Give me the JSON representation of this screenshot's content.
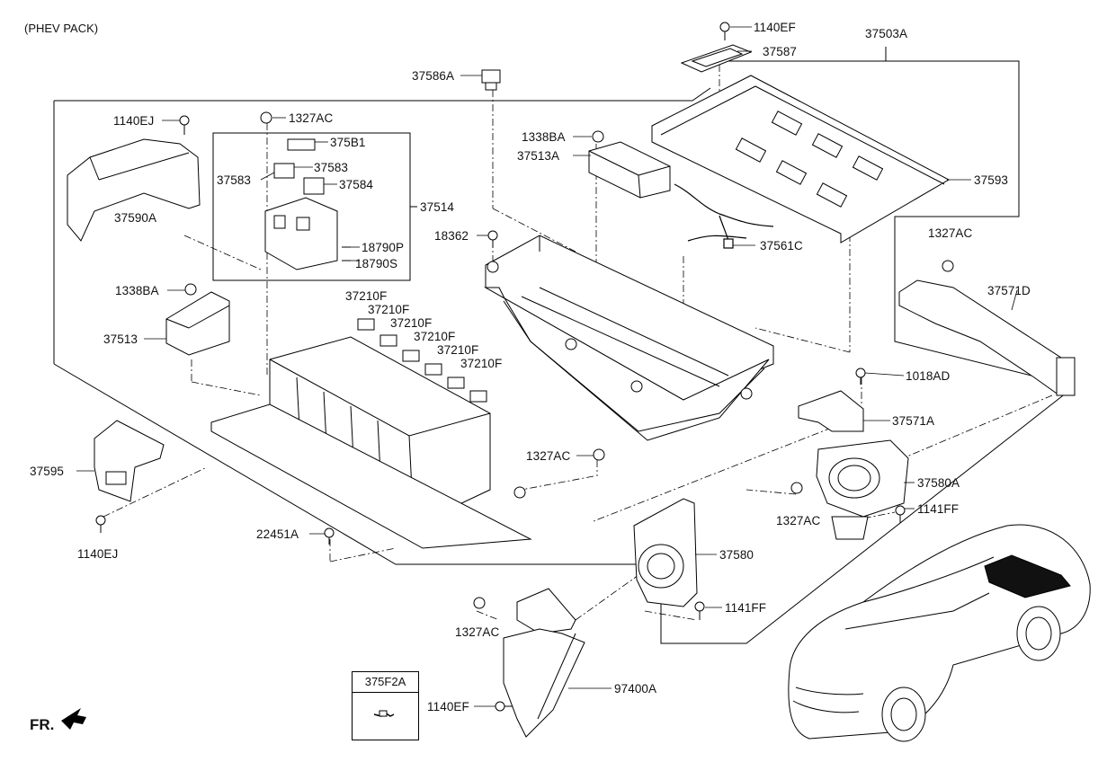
{
  "header": "(PHEV PACK)",
  "direction_label": "FR.",
  "inset_label": "375F2A",
  "labels": {
    "p_1140EF_top": "1140EF",
    "p_37503A": "37503A",
    "p_37587": "37587",
    "p_37586A": "37586A",
    "p_1140EJ_top": "1140EJ",
    "p_1327AC_top": "1327AC",
    "p_375B1": "375B1",
    "p_37583_a": "37583",
    "p_37583_b": "37583",
    "p_37584": "37584",
    "p_37514": "37514",
    "p_18790P": "18790P",
    "p_18790S": "18790S",
    "p_37590A": "37590A",
    "p_1338BA_mid": "1338BA",
    "p_37513A": "37513A",
    "p_37593": "37593",
    "p_18362": "18362",
    "p_37561C": "37561C",
    "p_1327AC_right": "1327AC",
    "p_37571D": "37571D",
    "p_1338BA_left": "1338BA",
    "p_37513": "37513",
    "p_37210F_1": "37210F",
    "p_37210F_2": "37210F",
    "p_37210F_3": "37210F",
    "p_37210F_4": "37210F",
    "p_37210F_5": "37210F",
    "p_37210F_6": "37210F",
    "p_1018AD": "1018AD",
    "p_37571A": "37571A",
    "p_37595": "37595",
    "p_1327AC_center": "1327AC",
    "p_37580A": "37580A",
    "p_1327AC_r2": "1327AC",
    "p_1141FF_r": "1141FF",
    "p_1140EJ_bot": "1140EJ",
    "p_22451A": "22451A",
    "p_37580": "37580",
    "p_1141FF_b": "1141FF",
    "p_1327AC_bot": "1327AC",
    "p_97400A": "97400A",
    "p_1140EF_bot": "1140EF"
  }
}
